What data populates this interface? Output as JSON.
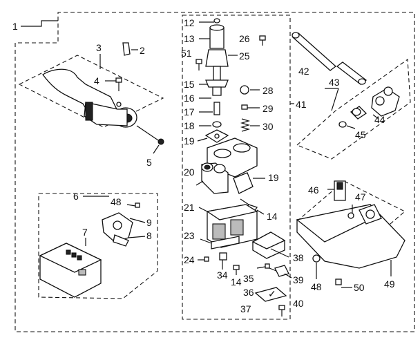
{
  "callouts": {
    "c1": "1",
    "c2": "2",
    "c3": "3",
    "c4": "4",
    "c5": "5",
    "c6": "6",
    "c7": "7",
    "c8": "8",
    "c9": "9",
    "c12": "12",
    "c13": "13",
    "c14a": "14",
    "c14b": "14",
    "c15": "15",
    "c16": "16",
    "c17": "17",
    "c18": "18",
    "c19a": "19",
    "c19b": "19",
    "c20": "20",
    "c21": "21",
    "c23": "23",
    "c24": "24",
    "c25": "25",
    "c26": "26",
    "c28": "28",
    "c29": "29",
    "c30": "30",
    "c34": "34",
    "c35": "35",
    "c36": "36",
    "c37": "37",
    "c38": "38",
    "c39": "39",
    "c40": "40",
    "c41": "41",
    "c42": "42",
    "c43": "43",
    "c44": "44",
    "c45": "45",
    "c46": "46",
    "c47": "47",
    "c48a": "48",
    "c48b": "48",
    "c49": "49",
    "c50": "50",
    "c51": "51"
  }
}
